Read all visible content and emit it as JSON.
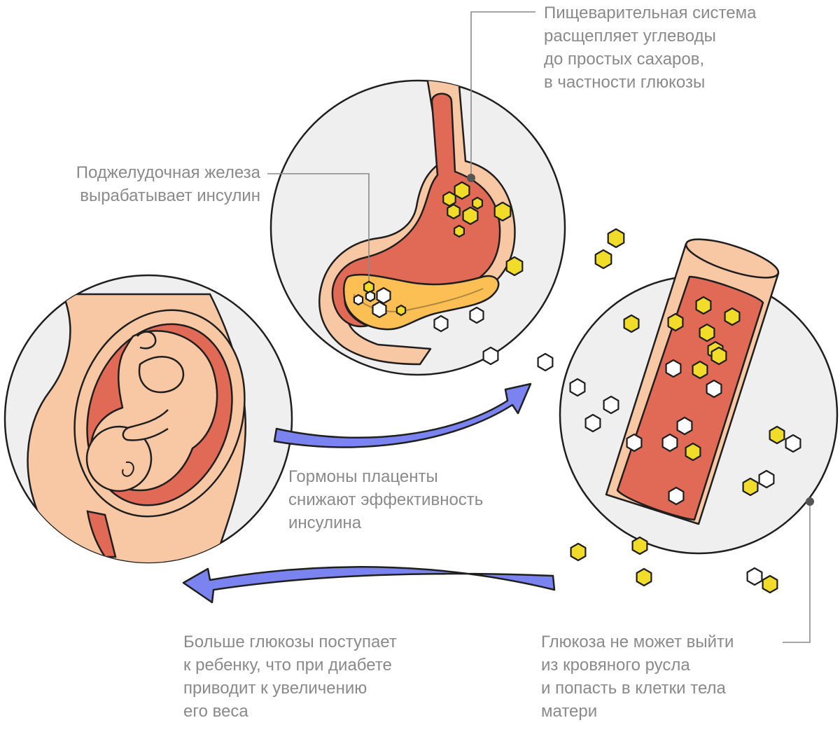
{
  "labels": {
    "digestion": [
      "Пищеварительная система",
      "расщепляет углеводы",
      "до простых сахаров,",
      "в частности глюкозы"
    ],
    "pancreas": [
      "Поджелудочная железа",
      "вырабатывает инсулин"
    ],
    "placenta": [
      "Гормоны плаценты",
      "снижают эффективность",
      "инсулина"
    ],
    "baby": [
      "Больше глюкозы поступает",
      "к ребенку, что при диабете",
      "приводит к увеличению",
      "его веса"
    ],
    "glucose_blocked": [
      "Глюкоза не может выйти",
      "из кровяного русла",
      "и попасть в клетки тела",
      "матери"
    ]
  },
  "colors": {
    "circle_fill": "#efefef",
    "outline": "#1f1f1f",
    "skin": "#f8c7a3",
    "organ_red": "#e06a55",
    "pancreas_yellow": "#fcbf54",
    "glucose_yellow": "#f2dc2a",
    "arrow_blue": "#7b83f0",
    "leader_gray": "#8a8a8a"
  }
}
